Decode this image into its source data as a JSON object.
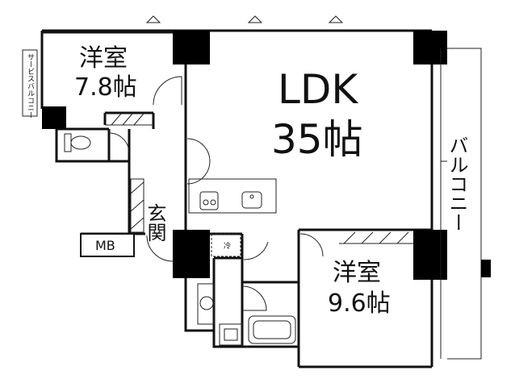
{
  "rooms": {
    "western_room_1": {
      "name": "洋室",
      "size": "7.8帖"
    },
    "ldk": {
      "name": "LDK",
      "size": "35帖"
    },
    "western_room_2": {
      "name": "洋室",
      "size": "9.6帖"
    },
    "entrance": {
      "name": "玄関"
    },
    "meter_box": {
      "label": "MB"
    }
  },
  "balcony": {
    "label": "バルコニー"
  },
  "service_balcony": {
    "label": "サービスバルコニー"
  },
  "fridge": {
    "label": "冷"
  }
}
